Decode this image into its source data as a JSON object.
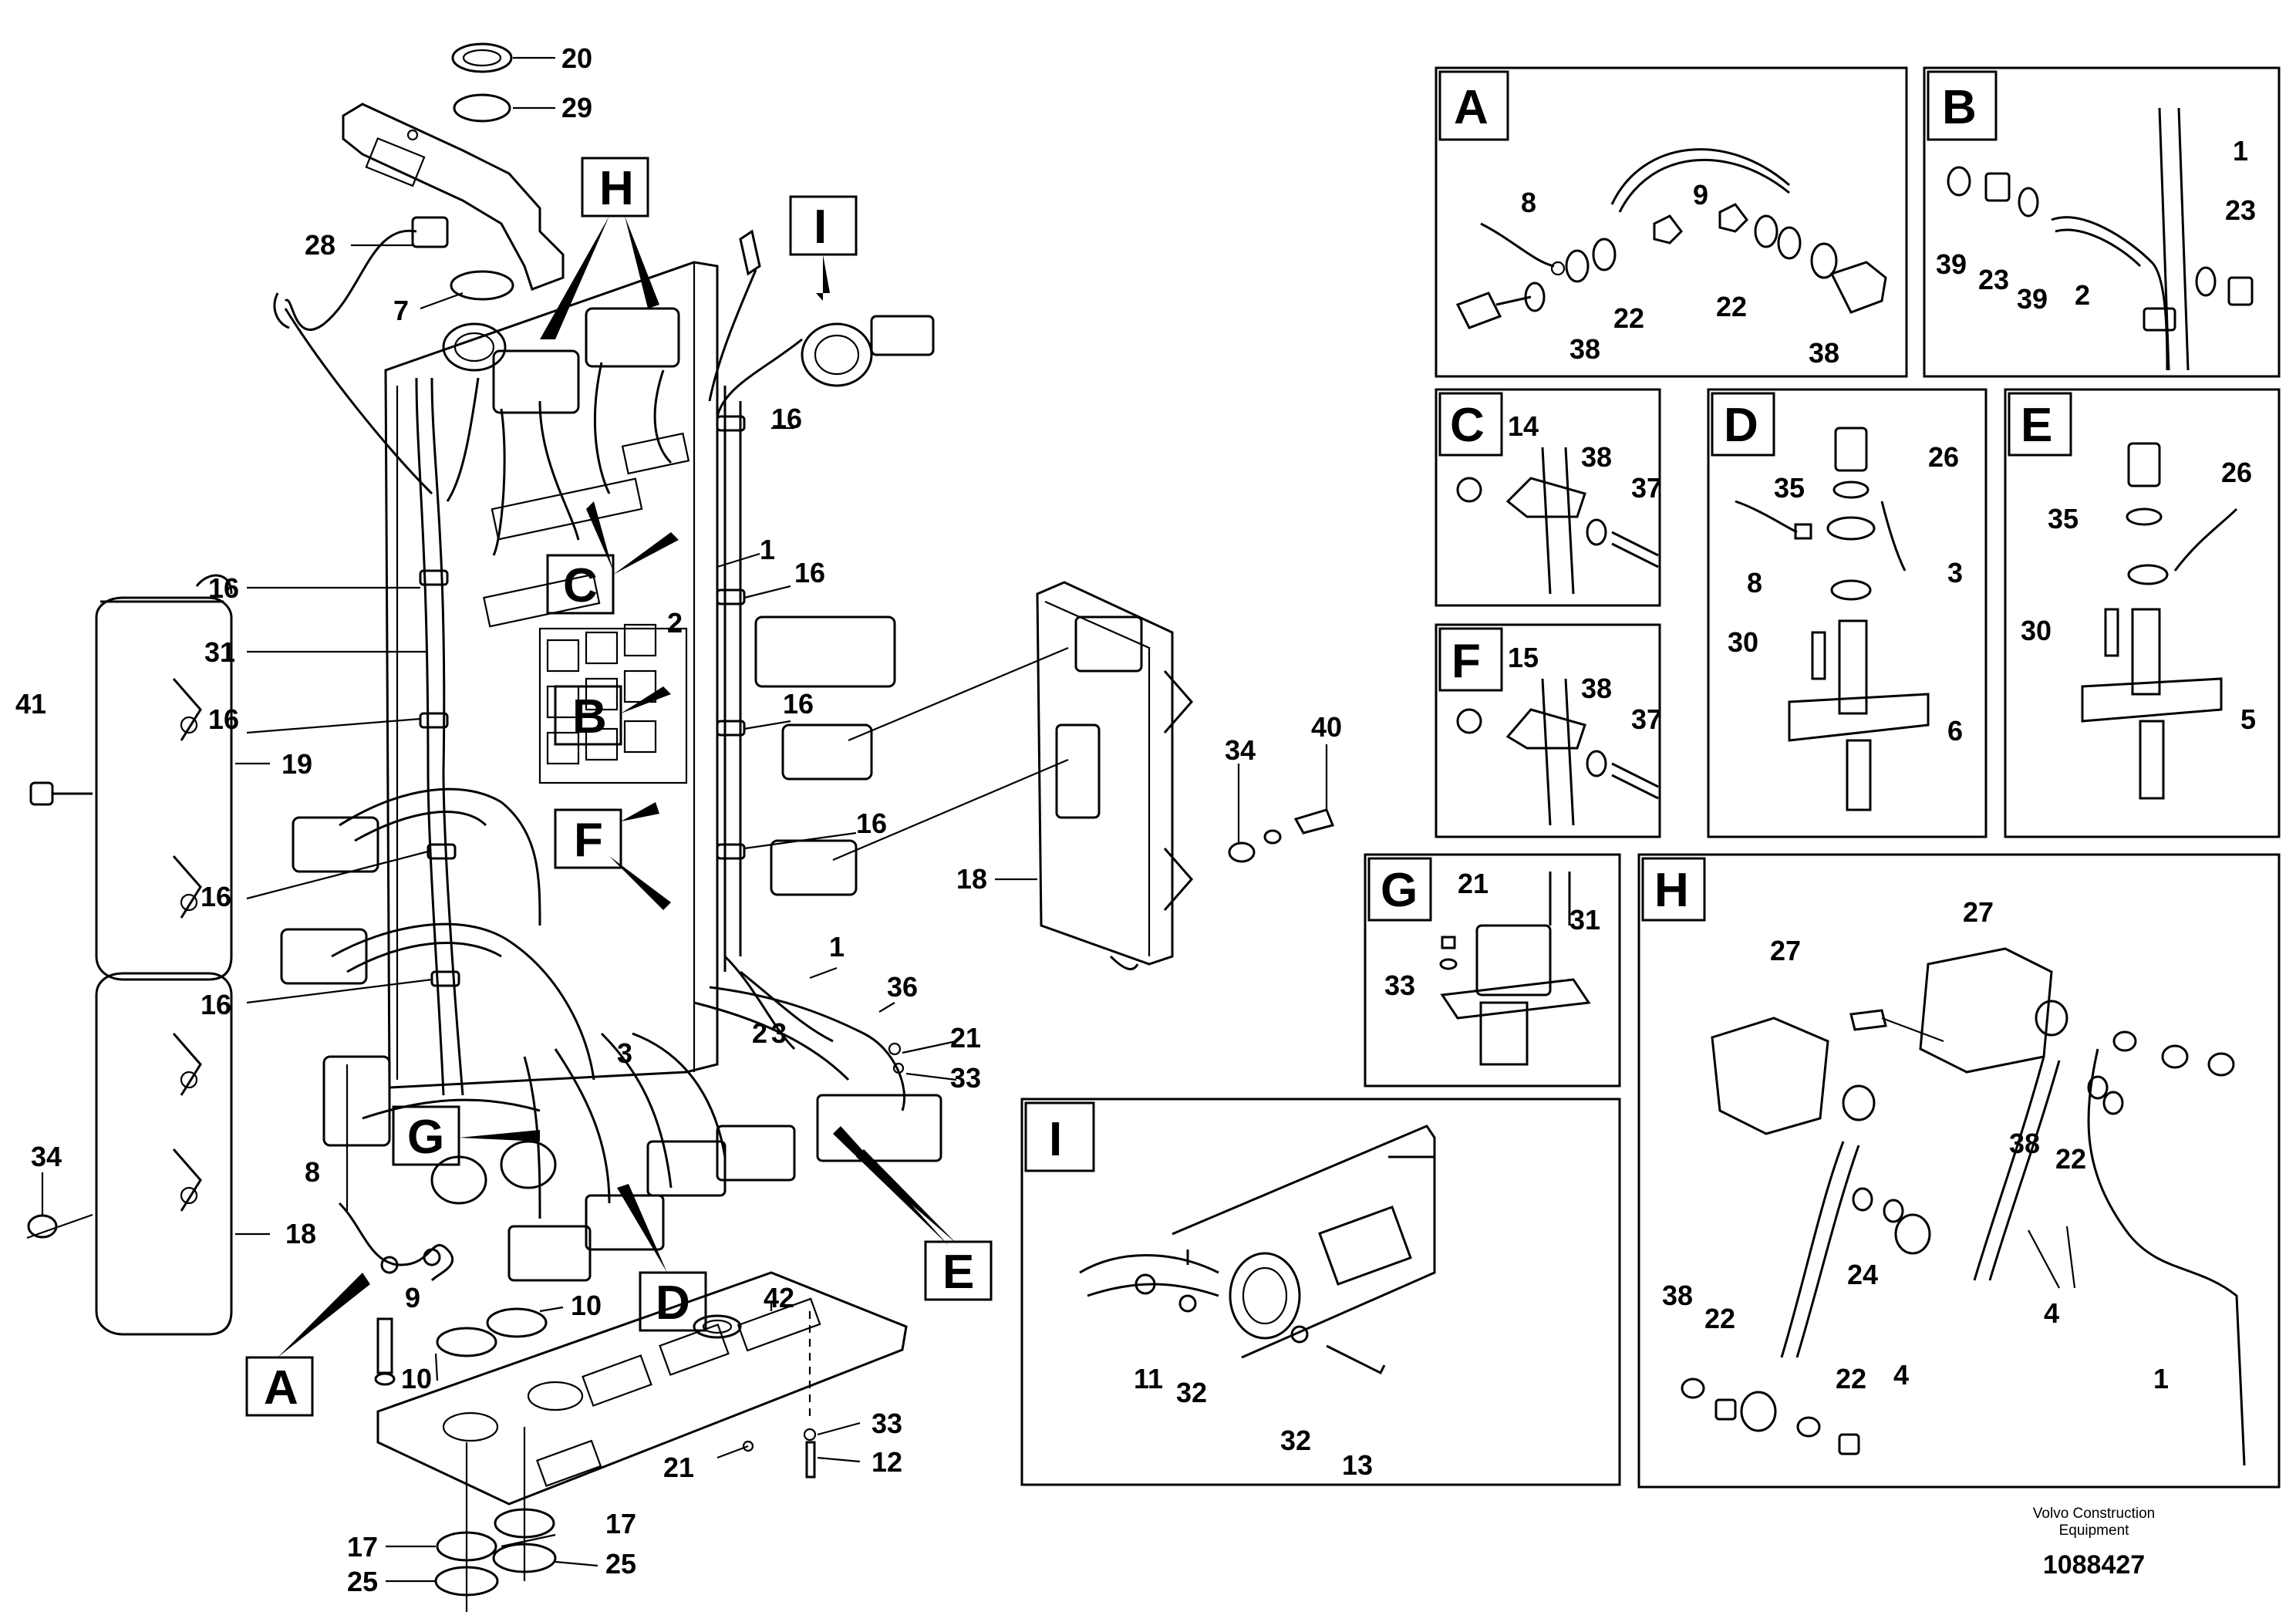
{
  "main_labels": {
    "n20": "20",
    "n29": "29",
    "n28": "28",
    "n7": "7",
    "n16a": "16",
    "n16b": "16",
    "n16c": "16",
    "n16d": "16",
    "n16e": "16",
    "n16f": "16",
    "n16g": "16",
    "n16h": "16",
    "n1a": "1",
    "n1b": "1",
    "n2": "2",
    "n2b": "2",
    "n3": "3",
    "n3b": "3",
    "n31": "31",
    "n19": "19",
    "n41": "41",
    "n18a": "18",
    "n18b": "18",
    "n34a": "34",
    "n34b": "34",
    "n40": "40",
    "n36": "36",
    "n21a": "21",
    "n21b": "21",
    "n33a": "33",
    "n33b": "33",
    "n12": "12",
    "n8": "8",
    "n9": "9",
    "n10a": "10",
    "n10b": "10",
    "n42": "42",
    "n17a": "17",
    "n17b": "17",
    "n25a": "25",
    "n25b": "25"
  },
  "callouts": {
    "A": "A",
    "B": "B",
    "C": "C",
    "D": "D",
    "E": "E",
    "F": "F",
    "G": "G",
    "H": "H",
    "I": "I"
  },
  "panel_A": {
    "letter": "A",
    "l8": "8",
    "l9": "9",
    "l38a": "38",
    "l22a": "22",
    "l22b": "22",
    "l38b": "38"
  },
  "panel_B": {
    "letter": "B",
    "l1": "1",
    "l23a": "23",
    "l39a": "39",
    "l23b": "23",
    "l39b": "39",
    "l2": "2"
  },
  "panel_C": {
    "letter": "C",
    "l14": "14",
    "l38": "38",
    "l37": "37"
  },
  "panel_D": {
    "letter": "D",
    "l26": "26",
    "l35": "35",
    "l8": "8",
    "l3": "3",
    "l30": "30",
    "l6": "6"
  },
  "panel_E": {
    "letter": "E",
    "l26": "26",
    "l35": "35",
    "l30": "30",
    "l5": "5"
  },
  "panel_F": {
    "letter": "F",
    "l15": "15",
    "l38": "38",
    "l37": "37"
  },
  "panel_G": {
    "letter": "G",
    "l21": "21",
    "l31": "31",
    "l33": "33"
  },
  "panel_H": {
    "letter": "H",
    "l27a": "27",
    "l27b": "27",
    "l38a": "38",
    "l22a": "22",
    "l24": "24",
    "l4a": "4",
    "l4b": "4",
    "l38b": "38",
    "l22b": "22",
    "l22c": "22",
    "l1": "1"
  },
  "panel_I": {
    "letter": "I",
    "l11": "11",
    "l32a": "32",
    "l32b": "32",
    "l13": "13"
  },
  "footer": {
    "line1": "Volvo Construction",
    "line2": "Equipment",
    "part_number": "1088427"
  }
}
